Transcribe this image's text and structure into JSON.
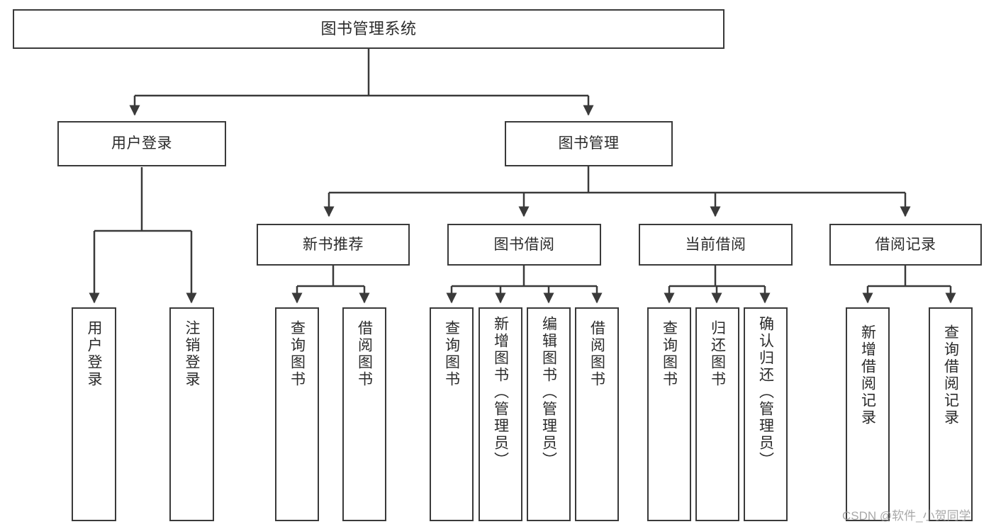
{
  "diagram": {
    "title": "图书管理系统",
    "type": "tree-hierarchy-chart",
    "accent_color": "#3a3a3a",
    "background_color": "#ffffff",
    "watermark": "CSDN @软件_小贺同学"
  },
  "nodes": {
    "root": {
      "label": "图书管理系统"
    },
    "level2": [
      {
        "label": "用户登录"
      },
      {
        "label": "图书管理"
      }
    ],
    "level3": [
      {
        "label": "新书推荐"
      },
      {
        "label": "图书借阅"
      },
      {
        "label": "当前借阅"
      },
      {
        "label": "借阅记录"
      }
    ],
    "leaves": {
      "user_login": [
        {
          "label": "用户登录"
        },
        {
          "label": "注销登录"
        }
      ],
      "new_book_recommend": [
        {
          "label": "查询图书"
        },
        {
          "label": "借阅图书"
        }
      ],
      "book_borrow": [
        {
          "label": "查询图书"
        },
        {
          "label": "新增图书（管理员）"
        },
        {
          "label": "编辑图书（管理员）"
        },
        {
          "label": "借阅图书"
        }
      ],
      "current_borrow": [
        {
          "label": "查询图书"
        },
        {
          "label": "归还图书"
        },
        {
          "label": "确认归还（管理员）"
        }
      ],
      "borrow_record": [
        {
          "label": "新增借阅记录"
        },
        {
          "label": "查询借阅记录"
        }
      ]
    }
  }
}
